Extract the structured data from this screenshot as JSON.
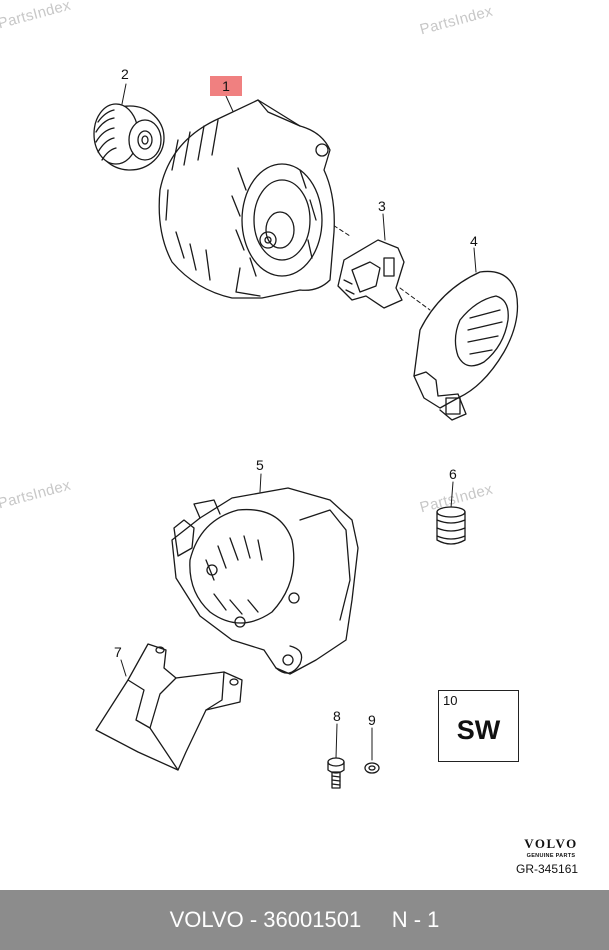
{
  "watermark": "PartsIndex",
  "callouts": {
    "c1": "1",
    "c2": "2",
    "c3": "3",
    "c4": "4",
    "c5": "5",
    "c6": "6",
    "c7": "7",
    "c8": "8",
    "c9": "9"
  },
  "sw_box": {
    "number": "10",
    "text": "SW"
  },
  "brand": {
    "name": "VOLVO",
    "subtitle": "GENUINE PARTS"
  },
  "diagram_ref": "GR-345161",
  "footer": {
    "text": "VOLVO - 36001501     N - 1"
  },
  "colors": {
    "highlight": "#f08080",
    "footer_bg": "#8c8c8c",
    "line": "#1a1a1a"
  }
}
